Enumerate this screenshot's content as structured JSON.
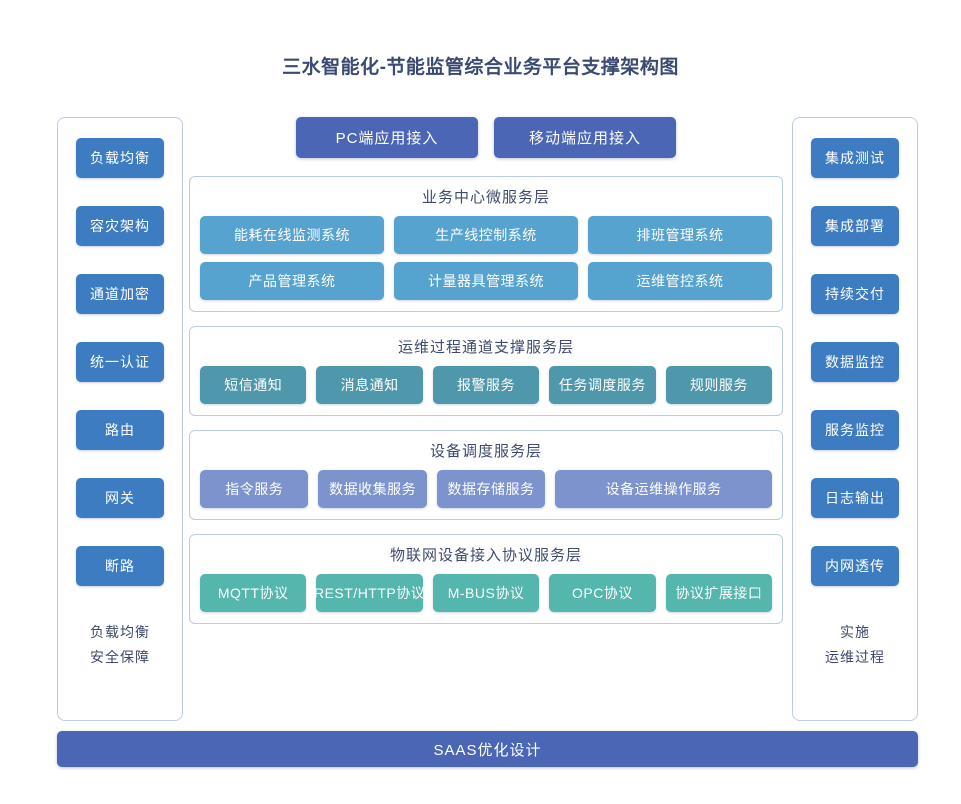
{
  "title": "三水智能化-节能监管综合业务平台支撑架构图",
  "colors": {
    "accent_dark_blue": "#4a66b5",
    "sidebar_blue": "#3d7cc0",
    "business_blue": "#56a3d0",
    "channel_teal": "#4f98ab",
    "device_periwinkle": "#7d93ce",
    "protocol_green": "#54b6ad",
    "panel_border": "#b9cbe6",
    "text_navy": "#3f4b6e"
  },
  "left_column": {
    "items": [
      {
        "label": "负载均衡"
      },
      {
        "label": "容灾架构"
      },
      {
        "label": "通道加密"
      },
      {
        "label": "统一认证"
      },
      {
        "label": "路由"
      },
      {
        "label": "网关"
      },
      {
        "label": "断路"
      }
    ],
    "footer_line1": "负载均衡",
    "footer_line2": "安全保障"
  },
  "right_column": {
    "items": [
      {
        "label": "集成测试"
      },
      {
        "label": "集成部署"
      },
      {
        "label": "持续交付"
      },
      {
        "label": "数据监控"
      },
      {
        "label": "服务监控"
      },
      {
        "label": "日志输出"
      },
      {
        "label": "内网透传"
      }
    ],
    "footer_line1": "实施",
    "footer_line2": "运维过程"
  },
  "access": {
    "items": [
      {
        "label": "PC端应用接入"
      },
      {
        "label": "移动端应用接入"
      }
    ]
  },
  "layers": [
    {
      "title": "业务中心微服务层",
      "rows": [
        [
          {
            "label": "能耗在线监测系统"
          },
          {
            "label": "生产线控制系统"
          },
          {
            "label": "排班管理系统"
          }
        ],
        [
          {
            "label": "产品管理系统"
          },
          {
            "label": "计量器具管理系统"
          },
          {
            "label": "运维管控系统"
          }
        ]
      ]
    },
    {
      "title": "运维过程通道支撑服务层",
      "rows": [
        [
          {
            "label": "短信通知"
          },
          {
            "label": "消息通知"
          },
          {
            "label": "报警服务"
          },
          {
            "label": "任务调度服务"
          },
          {
            "label": "规则服务"
          }
        ]
      ]
    },
    {
      "title": "设备调度服务层",
      "rows": [
        [
          {
            "label": "指令服务"
          },
          {
            "label": "数据收集服务"
          },
          {
            "label": "数据存储服务"
          },
          {
            "label": "设备运维操作服务",
            "wide": true
          }
        ]
      ]
    },
    {
      "title": "物联网设备接入协议服务层",
      "rows": [
        [
          {
            "label": "MQTT协议"
          },
          {
            "label": "REST/HTTP协议"
          },
          {
            "label": "M-BUS协议"
          },
          {
            "label": "OPC协议"
          },
          {
            "label": "协议扩展接口"
          }
        ]
      ]
    }
  ],
  "bottom_bar": {
    "label": "SAAS优化设计"
  }
}
